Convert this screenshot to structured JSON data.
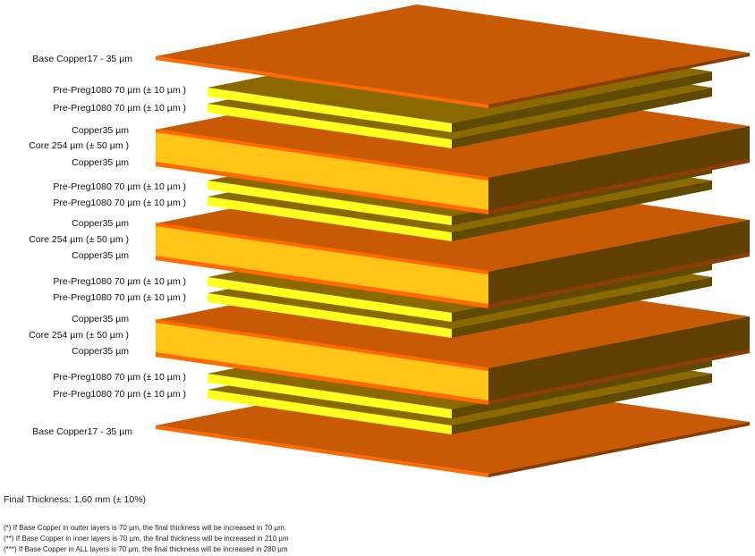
{
  "colors": {
    "copper_top": "#c85a05",
    "copper_edge": "#ff6a00",
    "copper_right": "#8a3d05",
    "core_top": "#c85a05",
    "core_front": "#ffc519",
    "core_right": "#5f4000",
    "prepreg_top": "#8a6a00",
    "prepreg_front": "#ffff20",
    "prepreg_right": "#5f4a00"
  },
  "layers": [
    {
      "id": "base-top",
      "type": "base",
      "labels": [
        "Base Copper17 - 35 µm"
      ]
    },
    {
      "id": "pp1",
      "type": "prepreg",
      "labels": [
        "Pre-Preg1080 70 µm (± 10 µm )",
        "Pre-Preg1080 70 µm (± 10 µm )"
      ]
    },
    {
      "id": "core1",
      "type": "core",
      "labels": [
        "Copper35 µm",
        "Core  254 µm (± 50 µm )",
        "Copper35 µm"
      ]
    },
    {
      "id": "pp2",
      "type": "prepreg",
      "labels": [
        "Pre-Preg1080 70 µm (± 10 µm )",
        "Pre-Preg1080 70 µm (± 10 µm )"
      ]
    },
    {
      "id": "core2",
      "type": "core",
      "labels": [
        "Copper35 µm",
        "Core  254 µm (± 50 µm )",
        "Copper35 µm"
      ]
    },
    {
      "id": "pp3",
      "type": "prepreg",
      "labels": [
        "Pre-Preg1080 70 µm (± 10 µm )",
        "Pre-Preg1080 70 µm (± 10 µm )"
      ]
    },
    {
      "id": "core3",
      "type": "core",
      "labels": [
        "Copper35 µm",
        "Core  254 µm (± 50 µm )",
        "Copper35 µm"
      ]
    },
    {
      "id": "pp4",
      "type": "prepreg",
      "labels": [
        "Pre-Preg1080 70 µm (± 10 µm )",
        "Pre-Preg1080 70 µm (± 10 µm )"
      ]
    },
    {
      "id": "base-bottom",
      "type": "base",
      "labels": [
        "Base Copper17 - 35 µm"
      ]
    }
  ],
  "final_thickness": "Final Thickness: 1,60 mm (± 10%)",
  "notes": [
    "(*) If Base Copper in outter layers is 70 µm, the final thickness  will be increased  in 70 µm.",
    "(**) If Base Copper in inner layers is 70 µm, the final thickness  will be increased  in 210 µm",
    "(***) If Base Copper in ALL layers is 70 µm, the final thickness  will be increased  in 280 µm"
  ]
}
